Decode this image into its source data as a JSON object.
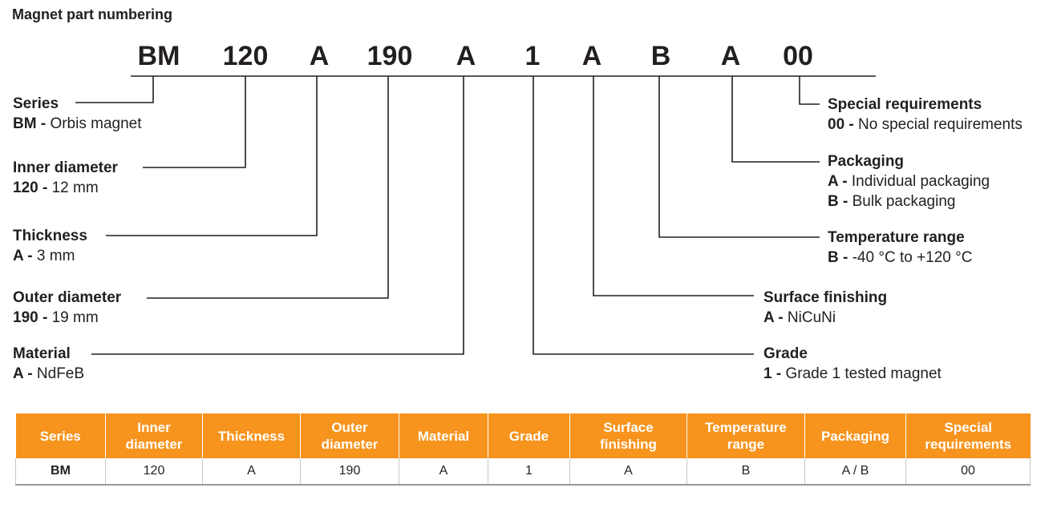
{
  "title": "Magnet part numbering",
  "code_segments": [
    "BM",
    "120",
    "A",
    "190",
    "A",
    "1",
    "A",
    "B",
    "A",
    "00"
  ],
  "left_labels": [
    {
      "heading": "Series",
      "lines": [
        {
          "key": "BM -",
          "text": "Orbis magnet"
        }
      ]
    },
    {
      "heading": "Inner diameter",
      "lines": [
        {
          "key": "120 -",
          "text": "12 mm"
        }
      ]
    },
    {
      "heading": "Thickness",
      "lines": [
        {
          "key": "A -",
          "text": "3 mm"
        }
      ]
    },
    {
      "heading": "Outer diameter",
      "lines": [
        {
          "key": "190 -",
          "text": "19 mm"
        }
      ]
    },
    {
      "heading": "Material",
      "lines": [
        {
          "key": "A -",
          "text": "NdFeB"
        }
      ]
    }
  ],
  "right_labels": [
    {
      "heading": "Special requirements",
      "lines": [
        {
          "key": "00 -",
          "text": "No special requirements"
        }
      ]
    },
    {
      "heading": "Packaging",
      "lines": [
        {
          "key": "A -",
          "text": "Individual packaging"
        },
        {
          "key": "B -",
          "text": "Bulk packaging"
        }
      ]
    },
    {
      "heading": "Temperature range",
      "lines": [
        {
          "key": "B -",
          "text": "-40 °C to +120 °C"
        }
      ]
    },
    {
      "heading": "Surface finishing",
      "lines": [
        {
          "key": "A -",
          "text": "NiCuNi"
        }
      ]
    },
    {
      "heading": "Grade",
      "lines": [
        {
          "key": "1 -",
          "text": "Grade 1 tested magnet"
        }
      ]
    }
  ],
  "table": {
    "headers": [
      "Series",
      "Inner diameter",
      "Thickness",
      "Outer diameter",
      "Material",
      "Grade",
      "Surface finishing",
      "Temperature range",
      "Packaging",
      "Special requirements"
    ],
    "row": [
      "BM",
      "120",
      "A",
      "190",
      "A",
      "1",
      "A",
      "B",
      "A / B",
      "00"
    ]
  },
  "colors": {
    "header_bg": "#f7941d",
    "header_text": "#ffffff",
    "line": "#231f20"
  }
}
